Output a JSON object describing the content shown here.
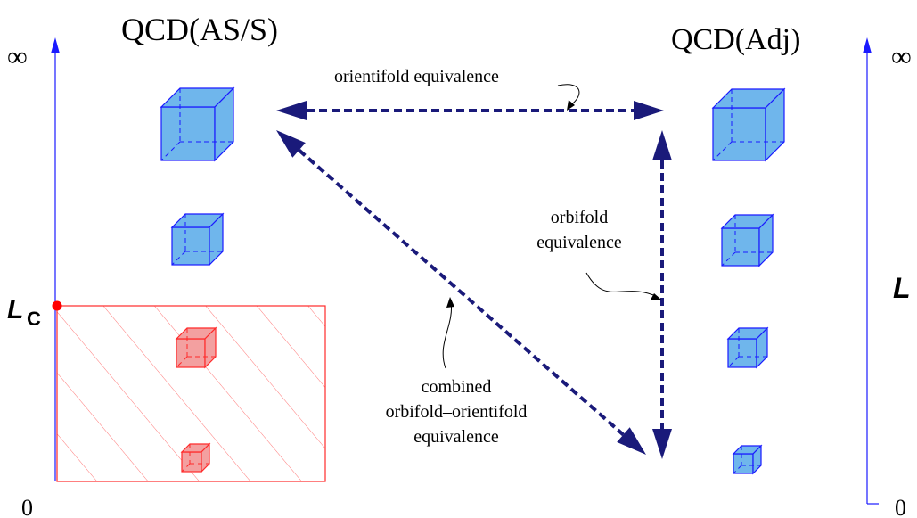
{
  "titles": {
    "left_theory": "QCD(AS/S)",
    "right_theory": "QCD(Adj)"
  },
  "axes": {
    "left": {
      "top_label": "∞",
      "bottom_label": "0",
      "critical_label": "L",
      "critical_subscript": "C"
    },
    "right": {
      "top_label": "∞",
      "bottom_label": "0",
      "side_label": "L"
    }
  },
  "annotations": {
    "orientifold": "orientifold equivalence",
    "orbifold_line1": "orbifold",
    "orbifold_line2": "equivalence",
    "combined_line1": "combined",
    "combined_line2": "orbifold–orientifold",
    "combined_line3": "equivalence"
  },
  "colors": {
    "axis": "#1a1aff",
    "cube_fill": "#6fb6ec",
    "cube_stroke": "#1a1aff",
    "red_cube_fill": "#f3a0a0",
    "red_stroke": "#ff2a2a",
    "arrow": "#1a1a7a",
    "critical_dot": "#ff0000"
  }
}
